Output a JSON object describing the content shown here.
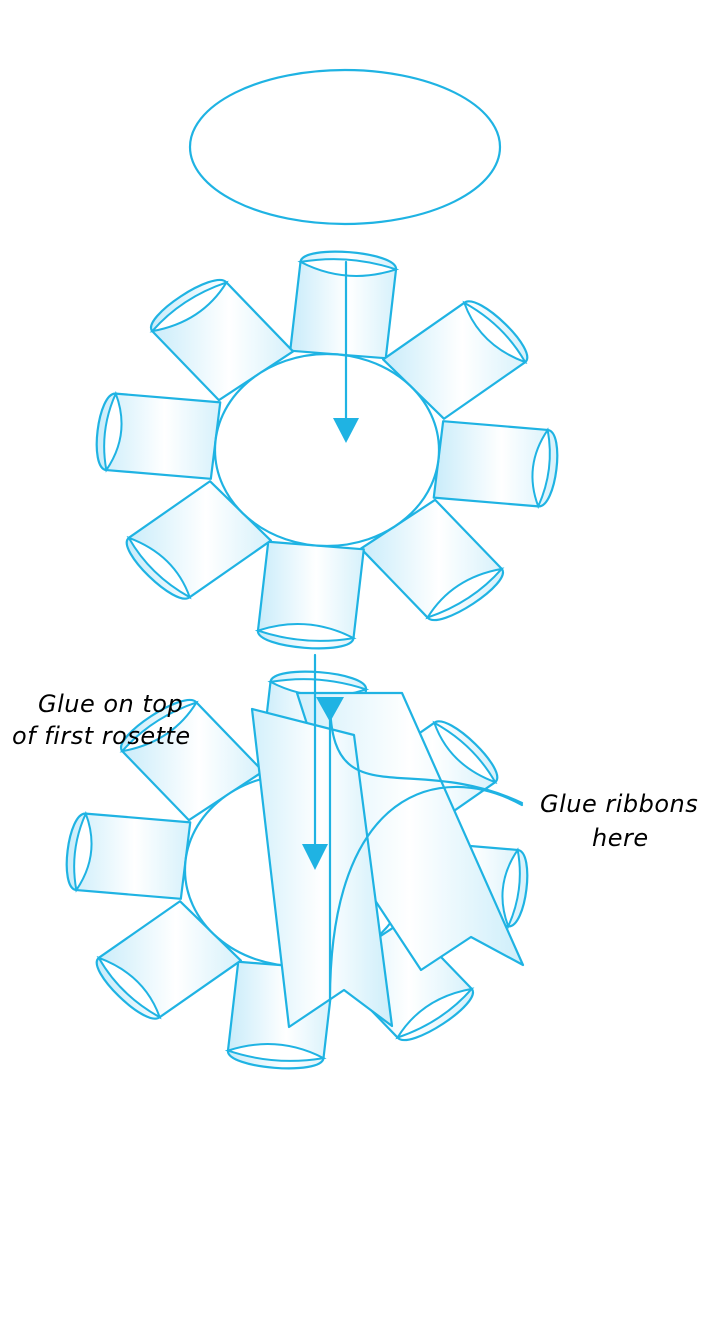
{
  "colors": {
    "line": "#1fb3e3",
    "fill_light": "#ffffff",
    "fill_tint": "#c9ecfa"
  },
  "labels": {
    "glue_first_rosette_line1": "Glue on top",
    "glue_first_rosette_line2": "of first rosette",
    "glue_ribbons_line1": "Glue ribbons",
    "glue_ribbons_line2": "here"
  },
  "steps": [
    {
      "name": "circle-center"
    },
    {
      "name": "first-rosette",
      "loops": 8
    },
    {
      "name": "assembled-rosette",
      "loops": 8,
      "ribbons": 2
    }
  ]
}
